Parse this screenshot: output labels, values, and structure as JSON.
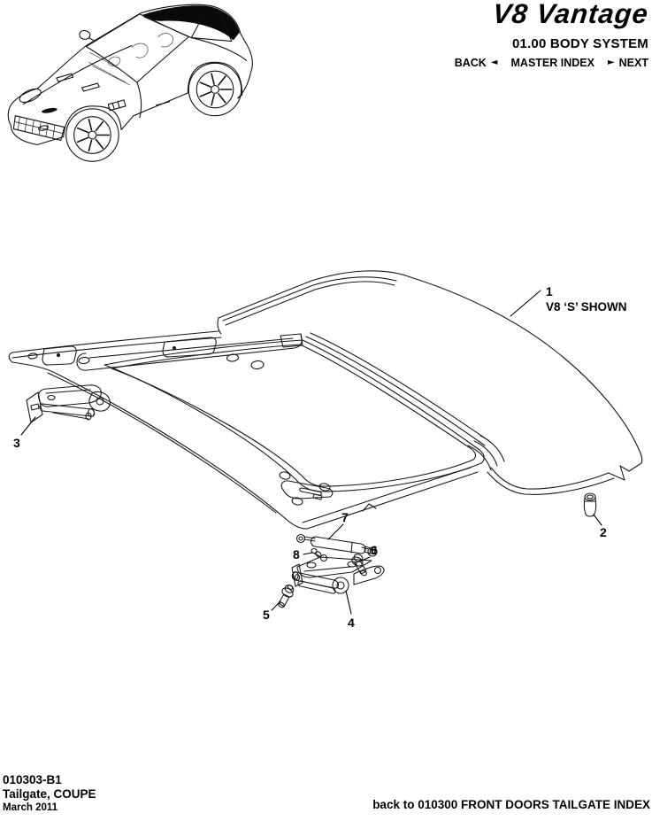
{
  "header": {
    "logo": "V8 Vantage",
    "section": "01.00 BODY SYSTEM",
    "nav": {
      "back": "BACK",
      "back_arrow": "◄",
      "master_index": "MASTER INDEX",
      "next_arrow": "►",
      "next": "NEXT"
    }
  },
  "diagram": {
    "callouts": {
      "c1": {
        "label": "1",
        "note": "V8 ‘S’ SHOWN"
      },
      "c2": {
        "label": "2"
      },
      "c3": {
        "label": "3"
      },
      "c4": {
        "label": "4"
      },
      "c5": {
        "label": "5"
      },
      "c6": {
        "label": "6"
      },
      "c7": {
        "label": "7"
      },
      "c8": {
        "label": "8"
      }
    }
  },
  "footer": {
    "doc_number": "010303-B1",
    "doc_title": "Tailgate, COUPE",
    "date": "March 2011",
    "back_link": "back to 010300 FRONT DOORS TAILGATE INDEX"
  }
}
